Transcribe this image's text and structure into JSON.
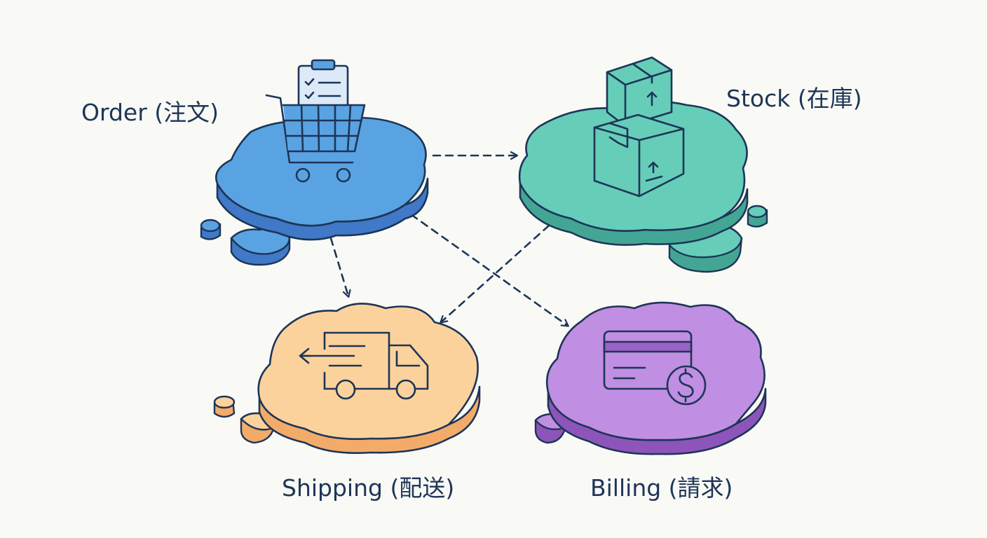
{
  "nodes": {
    "order": {
      "label": "Order (注文)",
      "fill": "#5aa3e3",
      "side": "#3f79c7",
      "icon": "shopping-cart-with-clipboard-icon"
    },
    "stock": {
      "label": "Stock (在庫)",
      "fill": "#66cdb9",
      "side": "#43a694",
      "icon": "stacked-boxes-icon"
    },
    "shipping": {
      "label": "Shipping (配送)",
      "fill": "#fcd29c",
      "side": "#f3ab6a",
      "icon": "delivery-truck-icon"
    },
    "billing": {
      "label": "Billing (請求)",
      "fill": "#c08ee2",
      "side": "#8d55b9",
      "icon": "credit-card-dollar-icon"
    }
  },
  "edges": [
    {
      "from": "order",
      "to": "stock"
    },
    {
      "from": "order",
      "to": "shipping"
    },
    {
      "from": "order",
      "to": "billing"
    },
    {
      "from": "stock",
      "to": "shipping"
    }
  ],
  "colors": {
    "outline": "#1d3557",
    "background": "#f9f9f6"
  }
}
